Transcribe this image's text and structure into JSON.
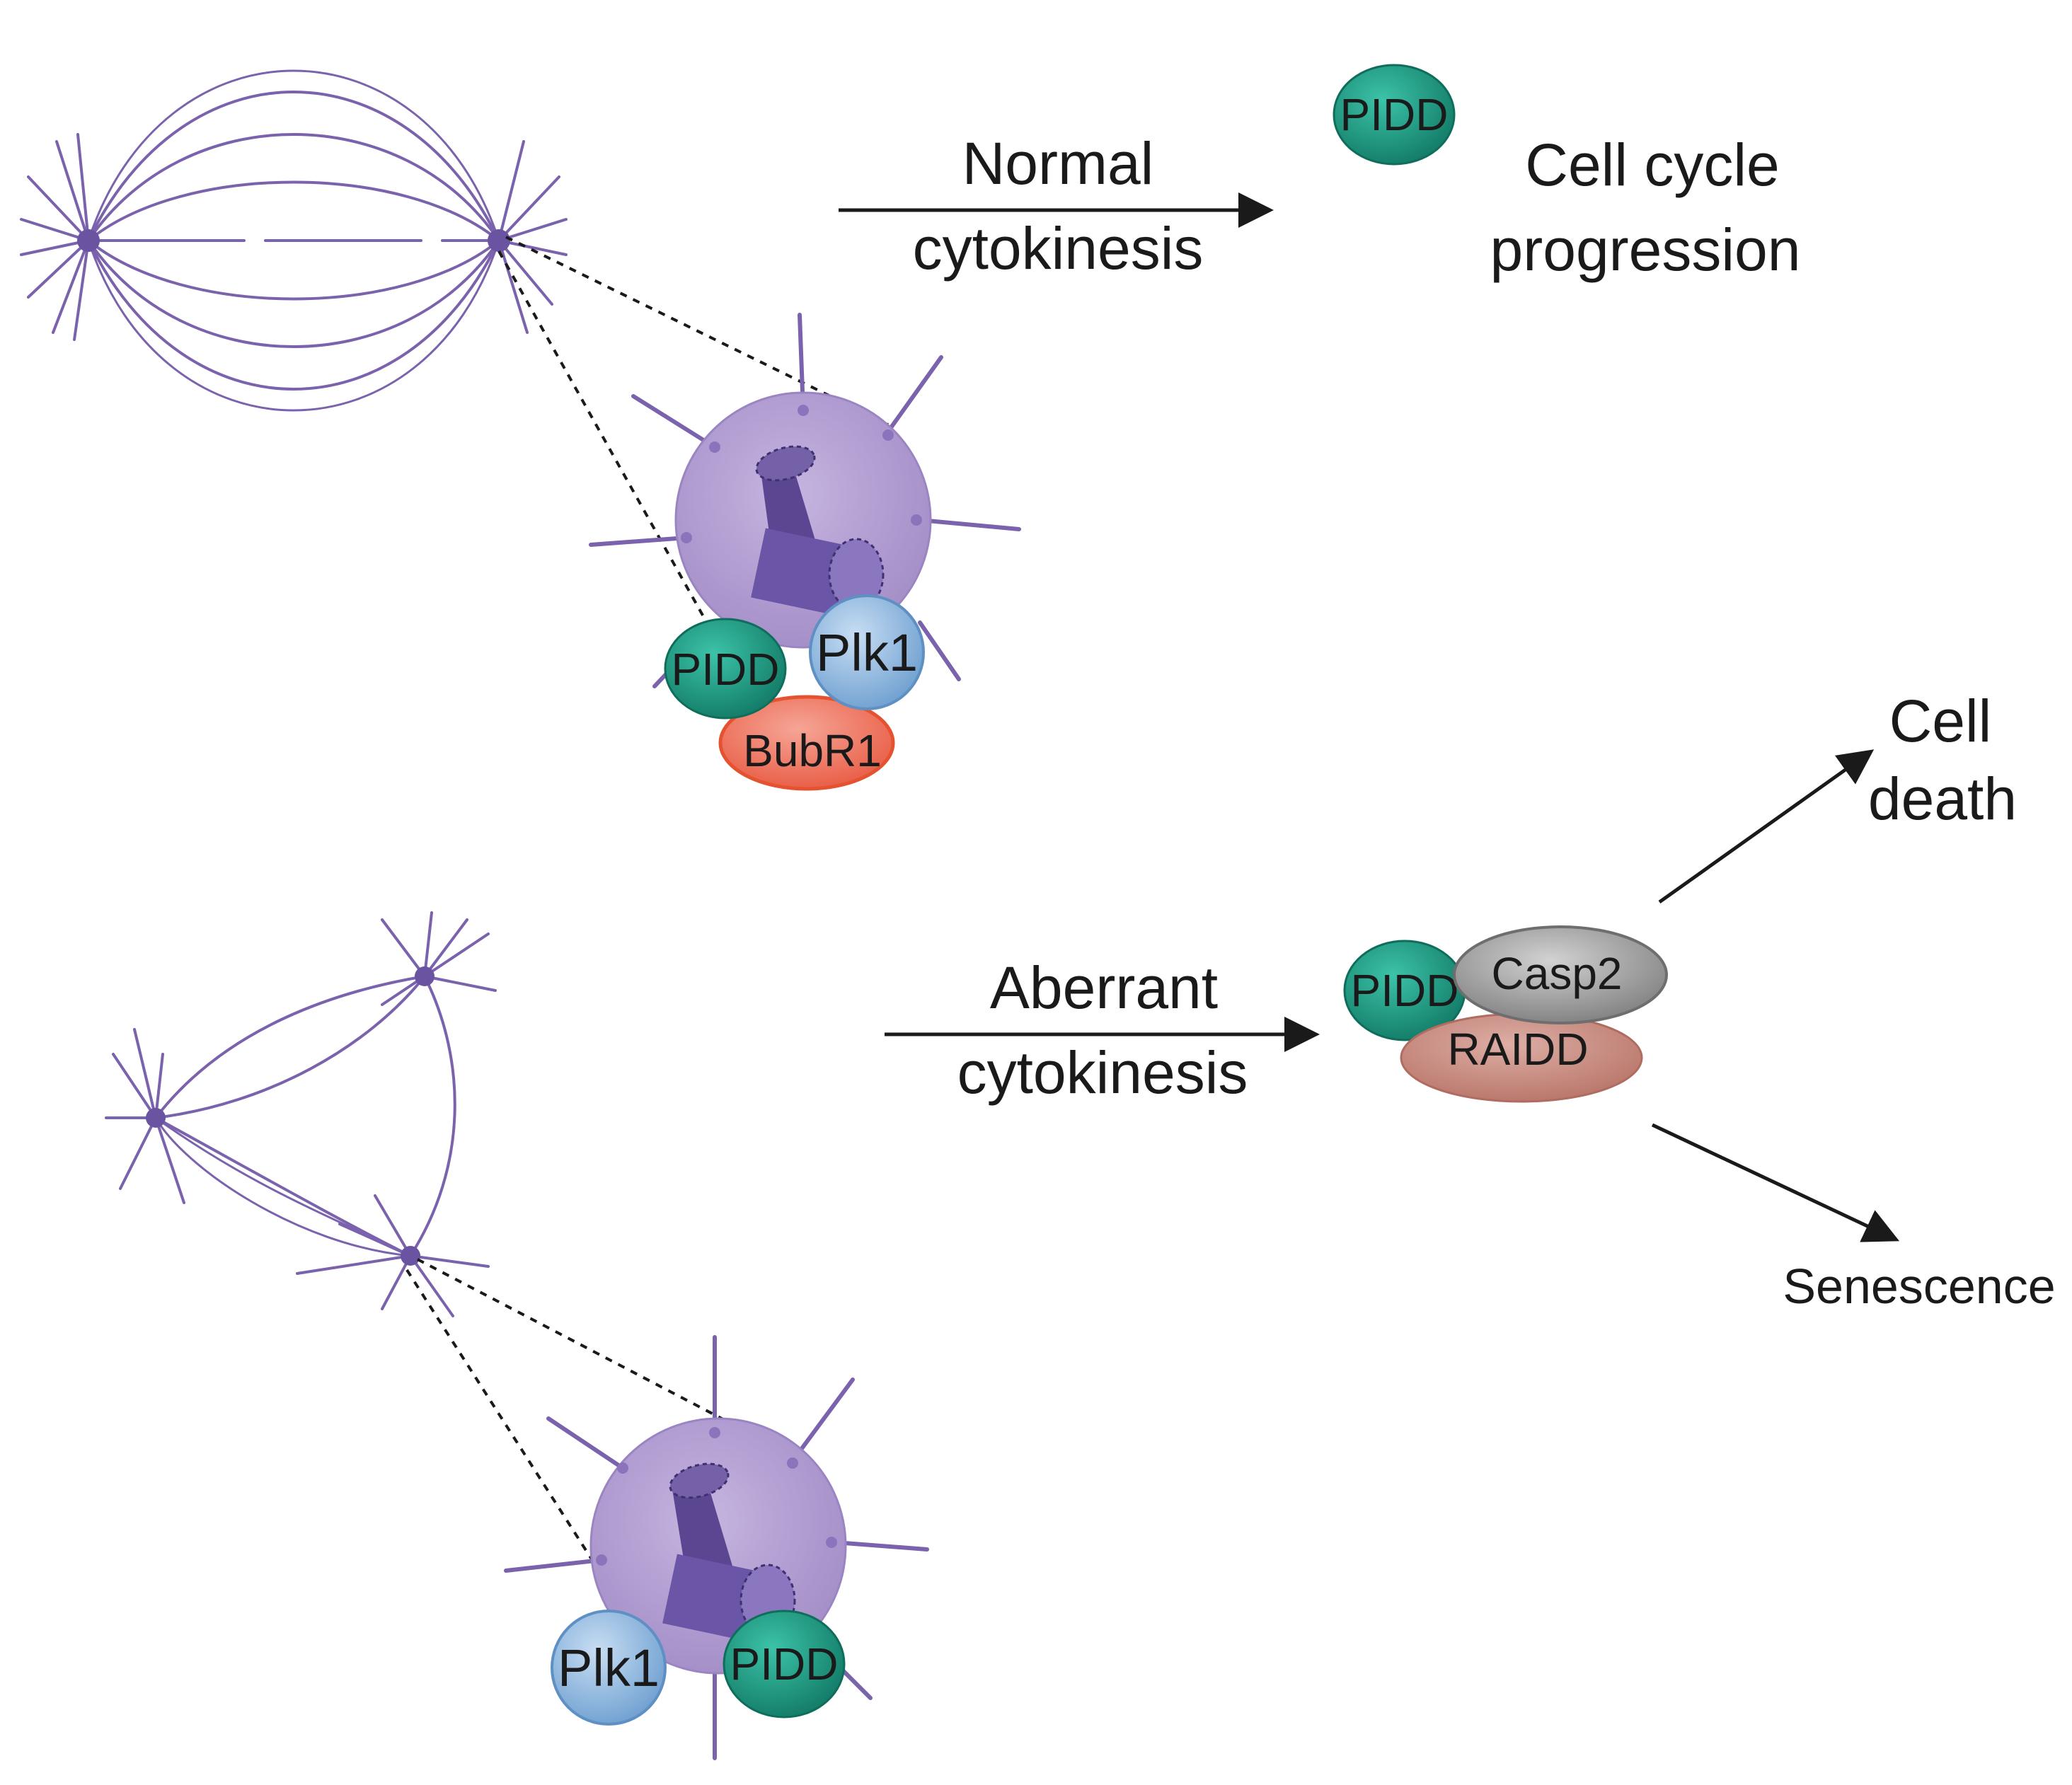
{
  "colors": {
    "spindle": "#7b62ad",
    "centrosome": "#b49fd1",
    "centriole": "#5a4691",
    "pidd": "#1a9a82",
    "plk1": "#9cc3e6",
    "bubr1": "#f07a66",
    "casp2": "#9a9a9a",
    "raidd": "#c98a7e",
    "arrow": "#1a1a1a"
  },
  "labels": {
    "normal_line1": "Normal",
    "normal_line2": "cytokinesis",
    "progression_line1": "Cell cycle",
    "progression_line2": "progression",
    "aberrant_line1": "Aberrant",
    "aberrant_line2": "cytokinesis",
    "death_line1": "Cell",
    "death_line2": "death",
    "senescence": "Senescence"
  },
  "proteins": {
    "pidd": "PIDD",
    "plk1": "Plk1",
    "bubr1": "BubR1",
    "casp2": "Casp2",
    "raidd": "RAIDD"
  }
}
